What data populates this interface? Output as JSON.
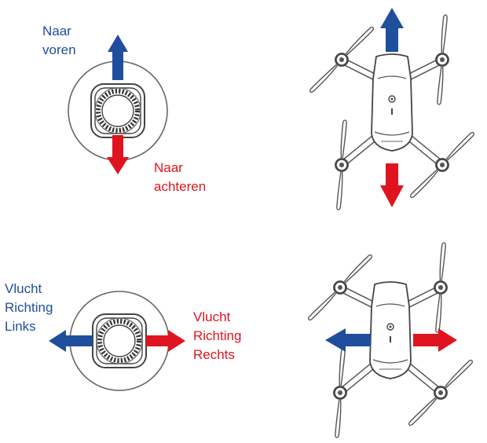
{
  "colors": {
    "forward": "#1f4e9c",
    "backward": "#e0141e",
    "left": "#1f4e9c",
    "right": "#e0141e",
    "outline": "#555555"
  },
  "panel_pitch": {
    "forward_label": {
      "line1": "Naar",
      "line2": "voren"
    },
    "backward_label": {
      "line1": "Naar",
      "line2": "achteren"
    }
  },
  "panel_roll": {
    "left_label": {
      "line1": "Vlucht",
      "line2": "Richting",
      "line3": "Links"
    },
    "right_label": {
      "line1": "Vlucht",
      "line2": "Richting",
      "line3": "Rechts"
    }
  },
  "icons": [
    "joystick-icon",
    "drone-icon",
    "arrow-up-icon",
    "arrow-down-icon",
    "arrow-left-icon",
    "arrow-right-icon"
  ]
}
